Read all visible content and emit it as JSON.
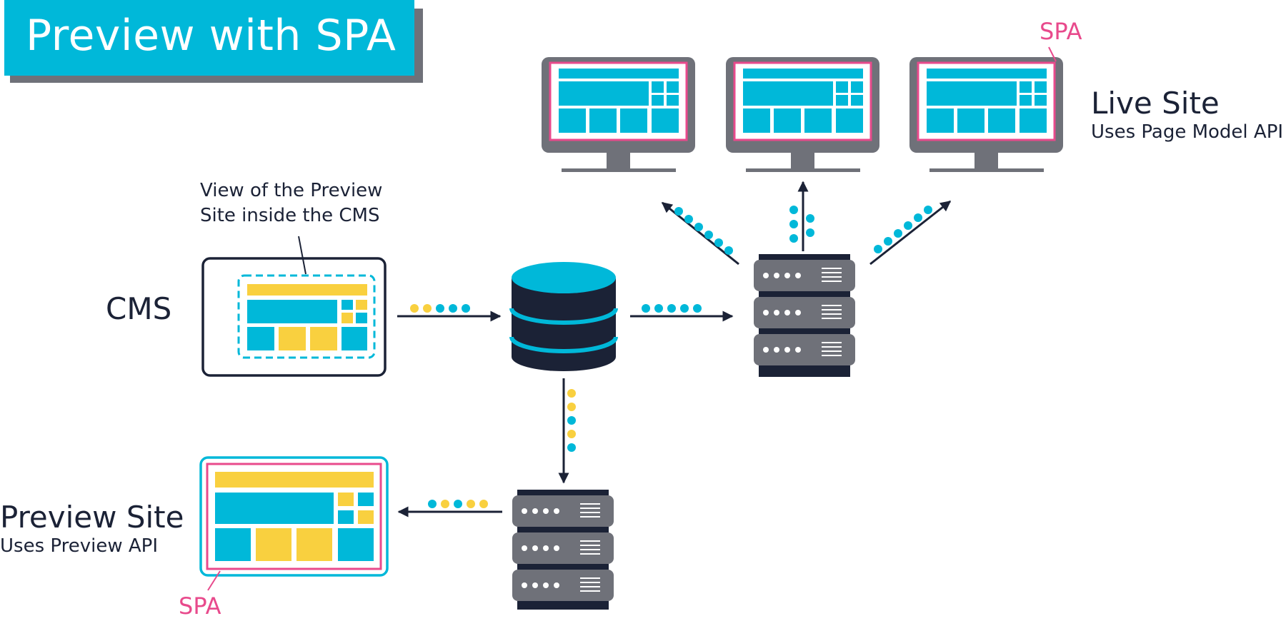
{
  "title": "Preview with SPA",
  "labels": {
    "cms": "CMS",
    "callout_line1": "View of the Preview",
    "callout_line2": "Site inside the CMS",
    "live_site_title": "Live Site",
    "live_site_subtitle": "Uses Page Model API",
    "preview_site_title": "Preview Site",
    "preview_site_subtitle": "Uses Preview API",
    "spa_live": "SPA",
    "spa_preview": "SPA"
  },
  "colors": {
    "cyan": "#00b8d9",
    "yellow": "#f9d03f",
    "pink": "#e84a8c",
    "navy": "#1b2236",
    "gray": "#6f7179"
  },
  "icons": [
    "cms-tablet-icon",
    "database-icon",
    "live-server-icon",
    "preview-server-icon",
    "monitor-icon",
    "preview-tablet-icon"
  ]
}
